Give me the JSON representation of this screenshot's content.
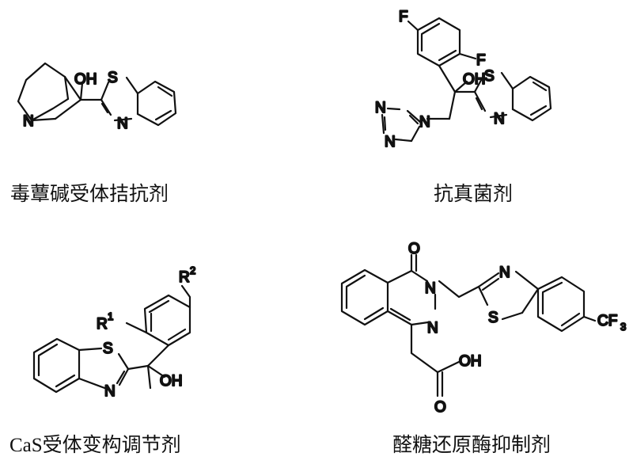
{
  "captions": {
    "muscarinic": "毒蕈碱受体拮抗剂",
    "antifungal": "抗真菌剂",
    "cas": "CaS受体变构调节剂",
    "aldose": "醛糖还原酶抑制剂"
  },
  "atoms": {
    "OH": "OH",
    "S": "S",
    "N": "N",
    "F": "F",
    "O": "O",
    "R": "R",
    "sup1": "1",
    "sup2": "2",
    "CF": "CF",
    "sub3": "3"
  }
}
